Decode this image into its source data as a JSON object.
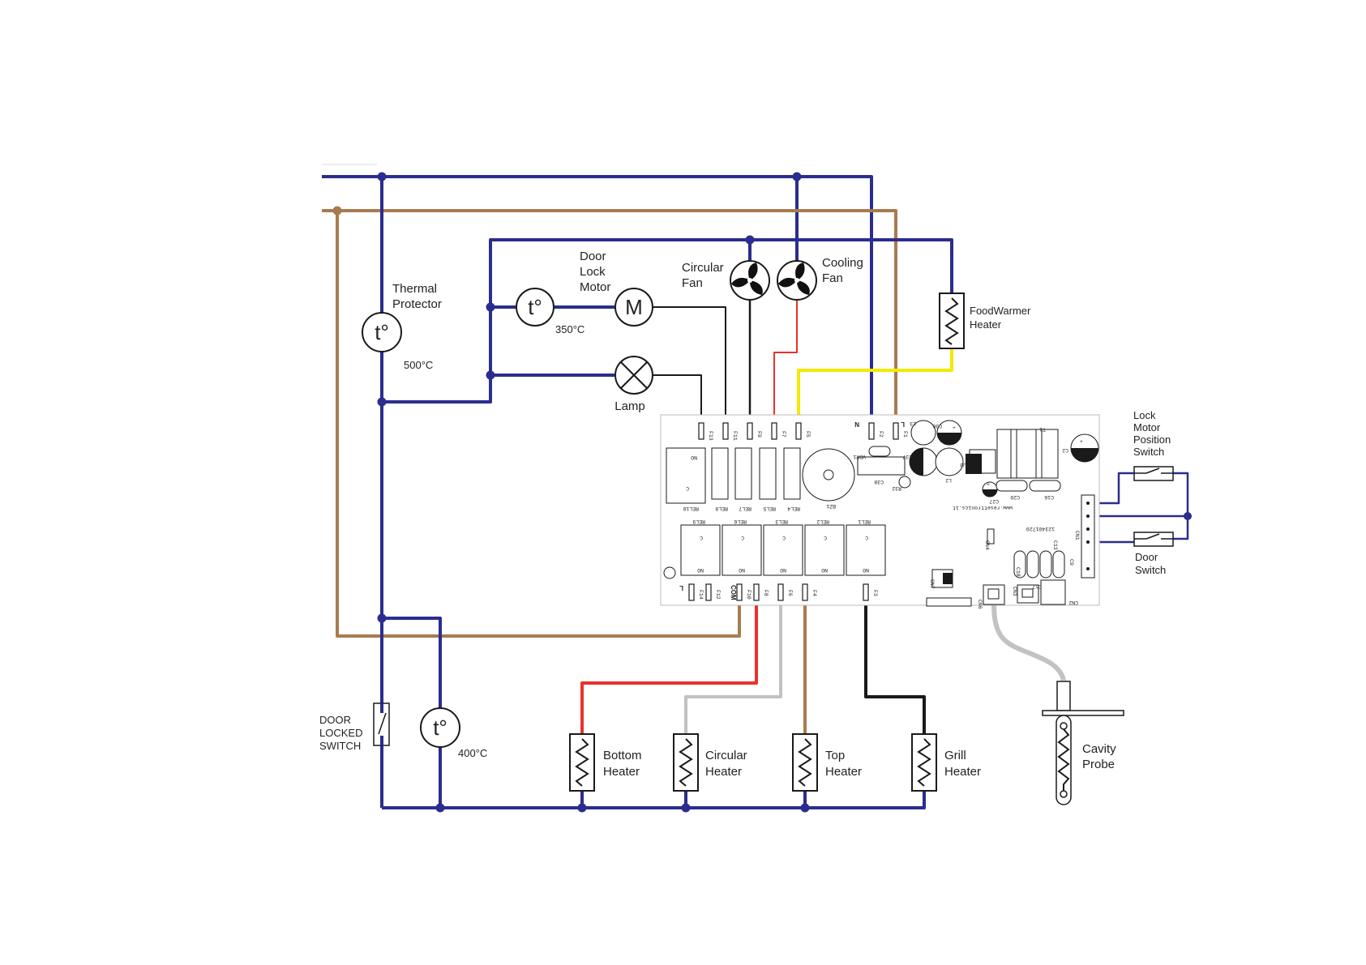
{
  "colors": {
    "neutral_blue": "#2b2d8e",
    "line_brown": "#a87b4f",
    "yellow": "#f2ea00",
    "red": "#e8322c",
    "grey": "#c2c2c2",
    "black": "#1a1a1a"
  },
  "components": {
    "thermal_protector": {
      "line1": "Thermal",
      "line2": "Protector",
      "symbol": "t°",
      "temp": "500°C"
    },
    "door_lock_motor": {
      "line1": "Door",
      "line2": "Lock",
      "line3": "Motor",
      "symbol": "M"
    },
    "thermostat_350": {
      "symbol": "t°",
      "temp": "350°C"
    },
    "circular_fan": {
      "line1": "Circular",
      "line2": "Fan"
    },
    "cooling_fan": {
      "line1": "Cooling",
      "line2": "Fan"
    },
    "food_warmer_heater": {
      "line1": "FoodWarmer",
      "line2": "Heater"
    },
    "lamp": {
      "label": "Lamp"
    },
    "lock_motor_position_switch": {
      "line1": "Lock",
      "line2": "Motor",
      "line3": "Position",
      "line4": "Switch"
    },
    "door_switch": {
      "line1": "Door",
      "line2": "Switch"
    },
    "door_locked_switch": {
      "line1": "DOOR",
      "line2": "LOCKED",
      "line3": "SWITCH"
    },
    "thermostat_400": {
      "symbol": "t°",
      "temp": "400°C"
    },
    "bottom_heater": {
      "line1": "Bottom",
      "line2": "Heater"
    },
    "circular_heater": {
      "line1": "Circular",
      "line2": "Heater"
    },
    "top_heater": {
      "line1": "Top",
      "line2": "Heater"
    },
    "grill_heater": {
      "line1": "Grill",
      "line2": "Heater"
    },
    "cavity_probe": {
      "line1": "Cavity",
      "line2": "Probe"
    }
  },
  "pcb": {
    "top_terminals": [
      "F13",
      "F11",
      "F9",
      "F7",
      "F5",
      "N",
      "F2",
      "F1",
      "L"
    ],
    "bottom_terminals": [
      "L",
      "F14",
      "F12",
      "COM",
      "F10",
      "F8",
      "F6",
      "F4",
      "F3"
    ],
    "top_relays": [
      "REL10",
      "REL8",
      "REL7",
      "REL5",
      "REL4"
    ],
    "bottom_relays": [
      "REL9",
      "REL6",
      "REL3",
      "REL2",
      "REL1"
    ],
    "relay_contact_c": "C",
    "relay_contact_no": "NO",
    "buzzer": "BZ1",
    "parts": [
      "C36",
      "L3",
      "C37",
      "VDR1",
      "C38",
      "R32",
      "L2",
      "U3",
      "C20",
      "C16",
      "C2",
      "T1",
      "C27",
      "CN1",
      "CN4",
      "CN6",
      "CN7",
      "CN3",
      "CN2",
      "C18",
      "C17",
      "C13",
      "C9"
    ],
    "website": "www.resettronics.it",
    "serial": "123401720"
  }
}
